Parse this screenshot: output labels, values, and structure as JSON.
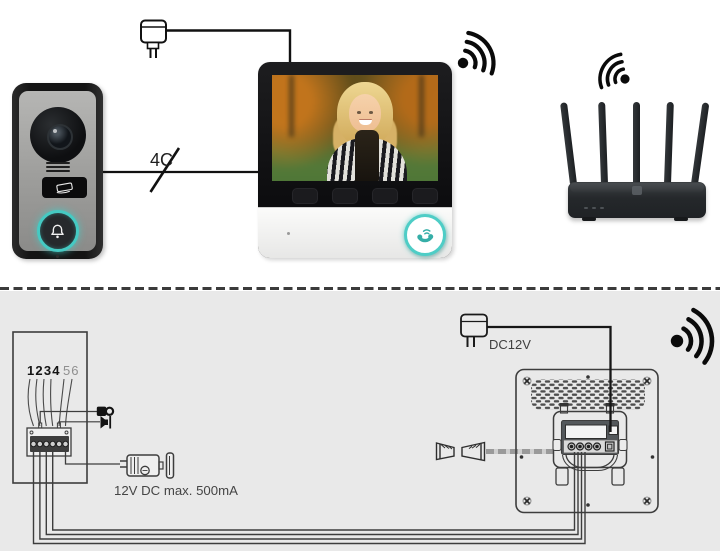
{
  "colors": {
    "accent_teal": "#4BCCC4",
    "diagram_line": "#3F3F3F",
    "top_background": "#FFFFFF",
    "bottom_background": "#E9E9E9"
  },
  "top": {
    "cable_label": "4C",
    "icons": {
      "power_adapter": "wall-plug-adapter-icon",
      "monitor_wifi": "wifi-signal-icon",
      "router_wifi": "wifi-signal-icon",
      "doorbell_bell": "bell-icon",
      "doorbell_card_reader": "rfid-card-icon",
      "monitor_call_button": "phone-handset-icon"
    }
  },
  "bottom": {
    "doorbell_rear": {
      "terminal_digits_bold": "1234",
      "terminal_digits_gray": "56",
      "psu_label": "12V DC max. 500mA",
      "icons": {
        "lock": "door-lock-icon",
        "chime": "chime-speaker-icon"
      }
    },
    "monitor_rear": {
      "adapter_label": "DC12V",
      "icons": {
        "power_adapter": "wall-plug-adapter-icon",
        "wifi": "wifi-signal-icon",
        "horn_left": "horn-icon",
        "horn_right": "horn-icon"
      }
    }
  }
}
